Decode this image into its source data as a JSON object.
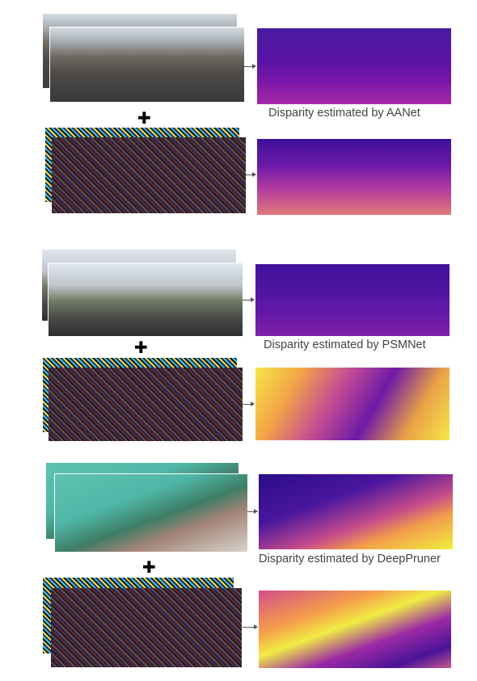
{
  "figure": {
    "captions": [
      "Disparity estimated by AANet",
      "Disparity estimated by PSMNet",
      "Disparity estimated by DeepPruner"
    ],
    "plus_symbol": "✚"
  }
}
